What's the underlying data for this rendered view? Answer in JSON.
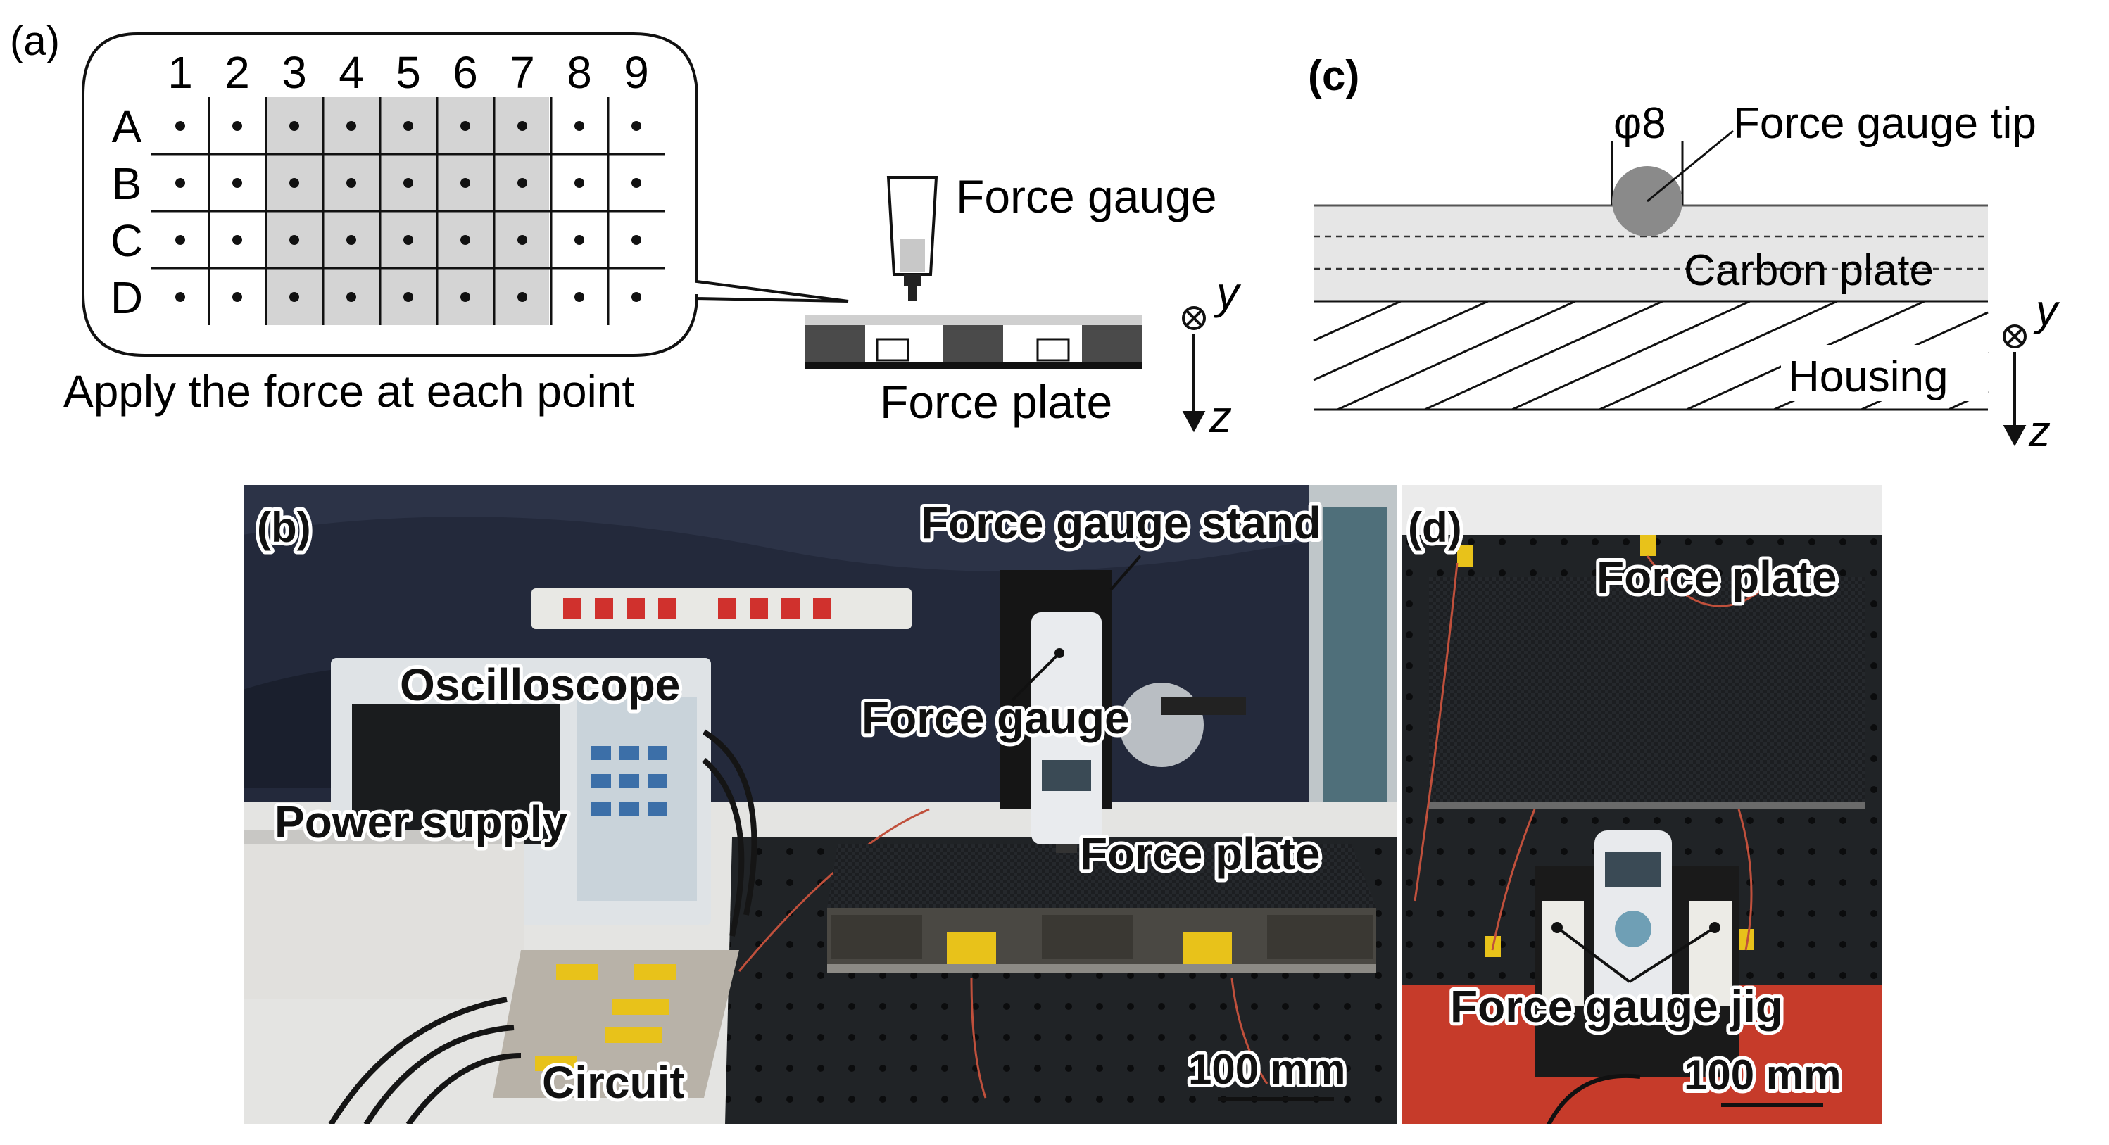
{
  "panel_a": {
    "tag": "(a)",
    "columns": [
      "1",
      "2",
      "3",
      "4",
      "5",
      "6",
      "7",
      "8",
      "9"
    ],
    "rows": [
      "A",
      "B",
      "C",
      "D"
    ],
    "caption": "Apply the force at each point",
    "force_gauge_label": "Force gauge",
    "force_plate_label": "Force plate",
    "axis_y": "y",
    "axis_z": "z",
    "shaded_columns": [
      "3",
      "4",
      "5",
      "6",
      "7"
    ]
  },
  "panel_c": {
    "tag": "(c)",
    "diameter_label": "φ8",
    "tip_label": "Force gauge tip",
    "carbon_label": "Carbon plate",
    "housing_label": "Housing",
    "axis_y": "y",
    "axis_z": "z"
  },
  "panel_b": {
    "tag": "(b)",
    "labels": {
      "stand": "Force gauge stand",
      "oscilloscope": "Oscilloscope",
      "gauge": "Force gauge",
      "power": "Power supply",
      "plate": "Force plate",
      "circuit": "Circuit",
      "scale": "100 mm"
    }
  },
  "panel_d": {
    "tag": "(d)",
    "labels": {
      "plate": "Force plate",
      "jig": "Force gauge jig",
      "scale": "100 mm"
    }
  },
  "colors": {
    "grid_shade": "#d4d4d4",
    "tip_gray": "#8a8a8a",
    "carbon_fill": "#e6e6e6",
    "photo_cloth": "#23293b",
    "carbon_sheet": "#1d1f22",
    "tape_yellow": "#e8c21a",
    "table_red": "#c63b2a"
  }
}
